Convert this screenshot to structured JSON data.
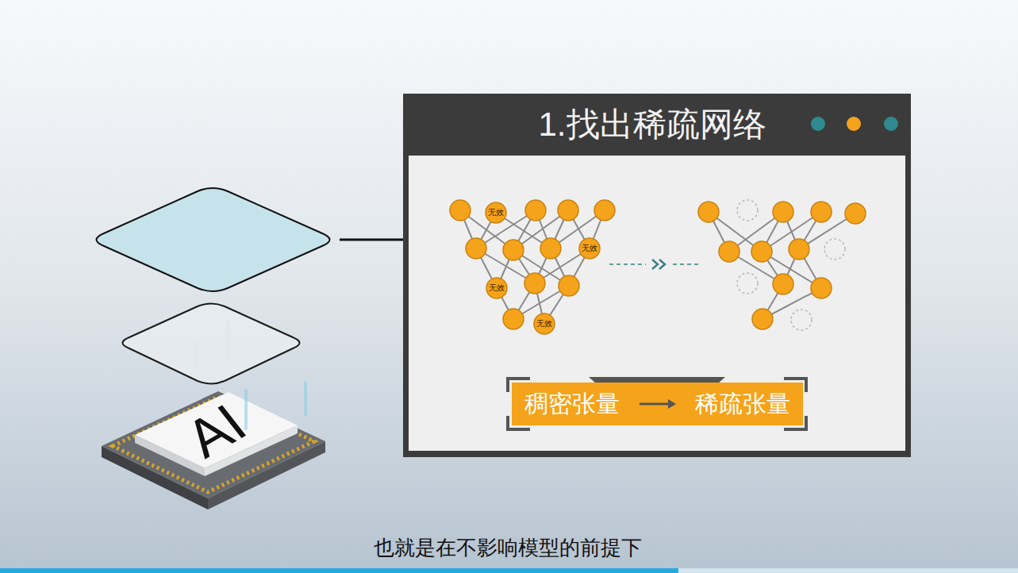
{
  "diagram": {
    "title": "1.找出稀疏网络",
    "caption": "也就是在不影响模型的前提下",
    "nodes": [
      {
        "text": [
          "AI"
        ]
      },
      {
        "text": [
          "无效"
        ]
      },
      {
        "text": [
          "无效"
        ]
      },
      {
        "text": [
          "无效"
        ]
      },
      {
        "text": [
          "无效"
        ]
      },
      {
        "text": [
          "稠密张量",
          "稀疏张量"
        ]
      }
    ]
  }
}
